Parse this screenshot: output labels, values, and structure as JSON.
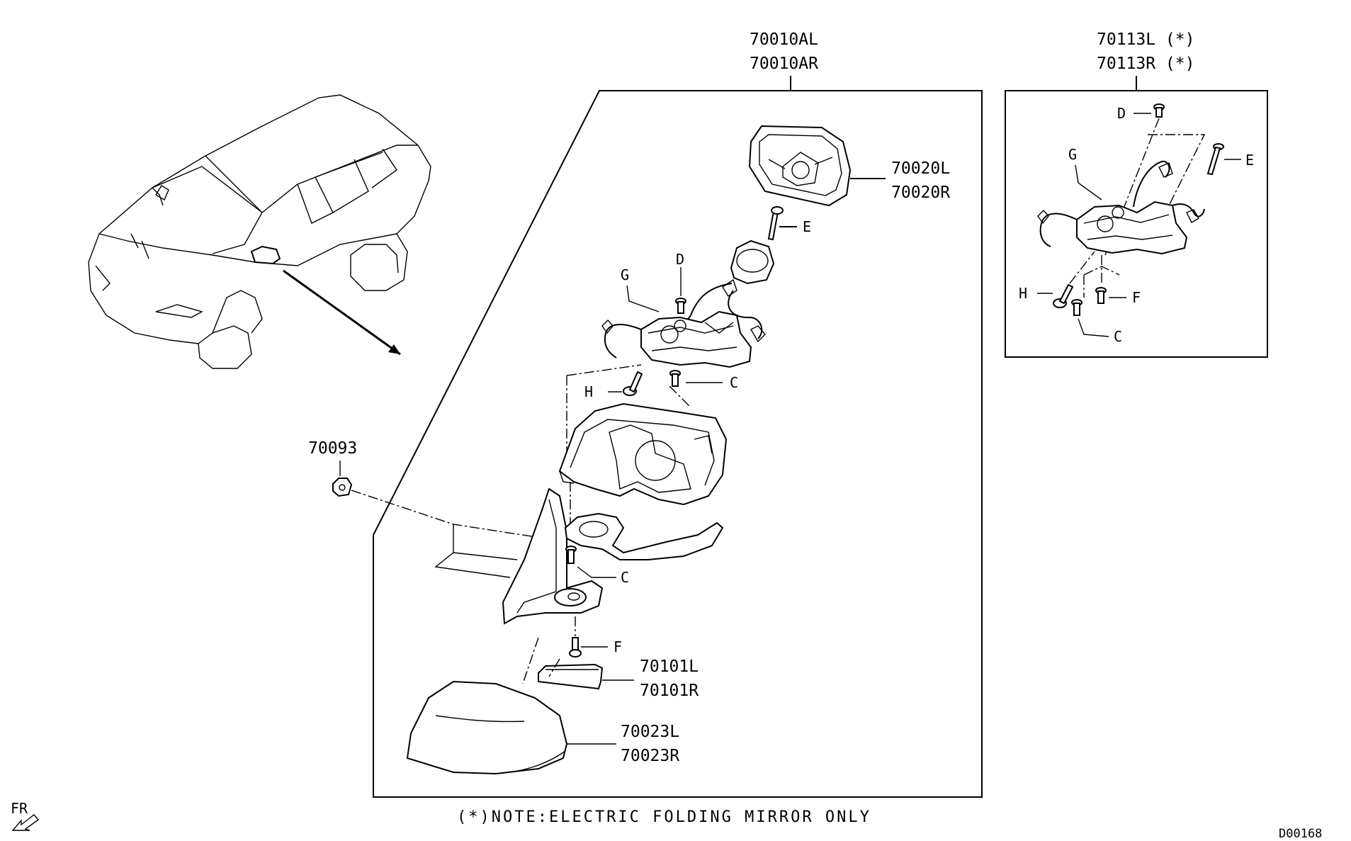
{
  "callouts": {
    "main_assy_l": "70010AL",
    "main_assy_r": "70010AR",
    "motor_assy_l": "70113L (*)",
    "motor_assy_r": "70113R (*)",
    "glass_l": "70020L",
    "glass_r": "70020R",
    "nut": "70093",
    "cover_l": "70101L",
    "cover_r": "70101R",
    "cap_l": "70023L",
    "cap_r": "70023R"
  },
  "fasteners": {
    "c": "C",
    "d": "D",
    "e": "E",
    "f": "F",
    "g": "G",
    "h": "H"
  },
  "note": "(*)NOTE:ELECTRIC FOLDING MIRROR ONLY",
  "direction_label": "FR",
  "drawing_code": "D00168"
}
